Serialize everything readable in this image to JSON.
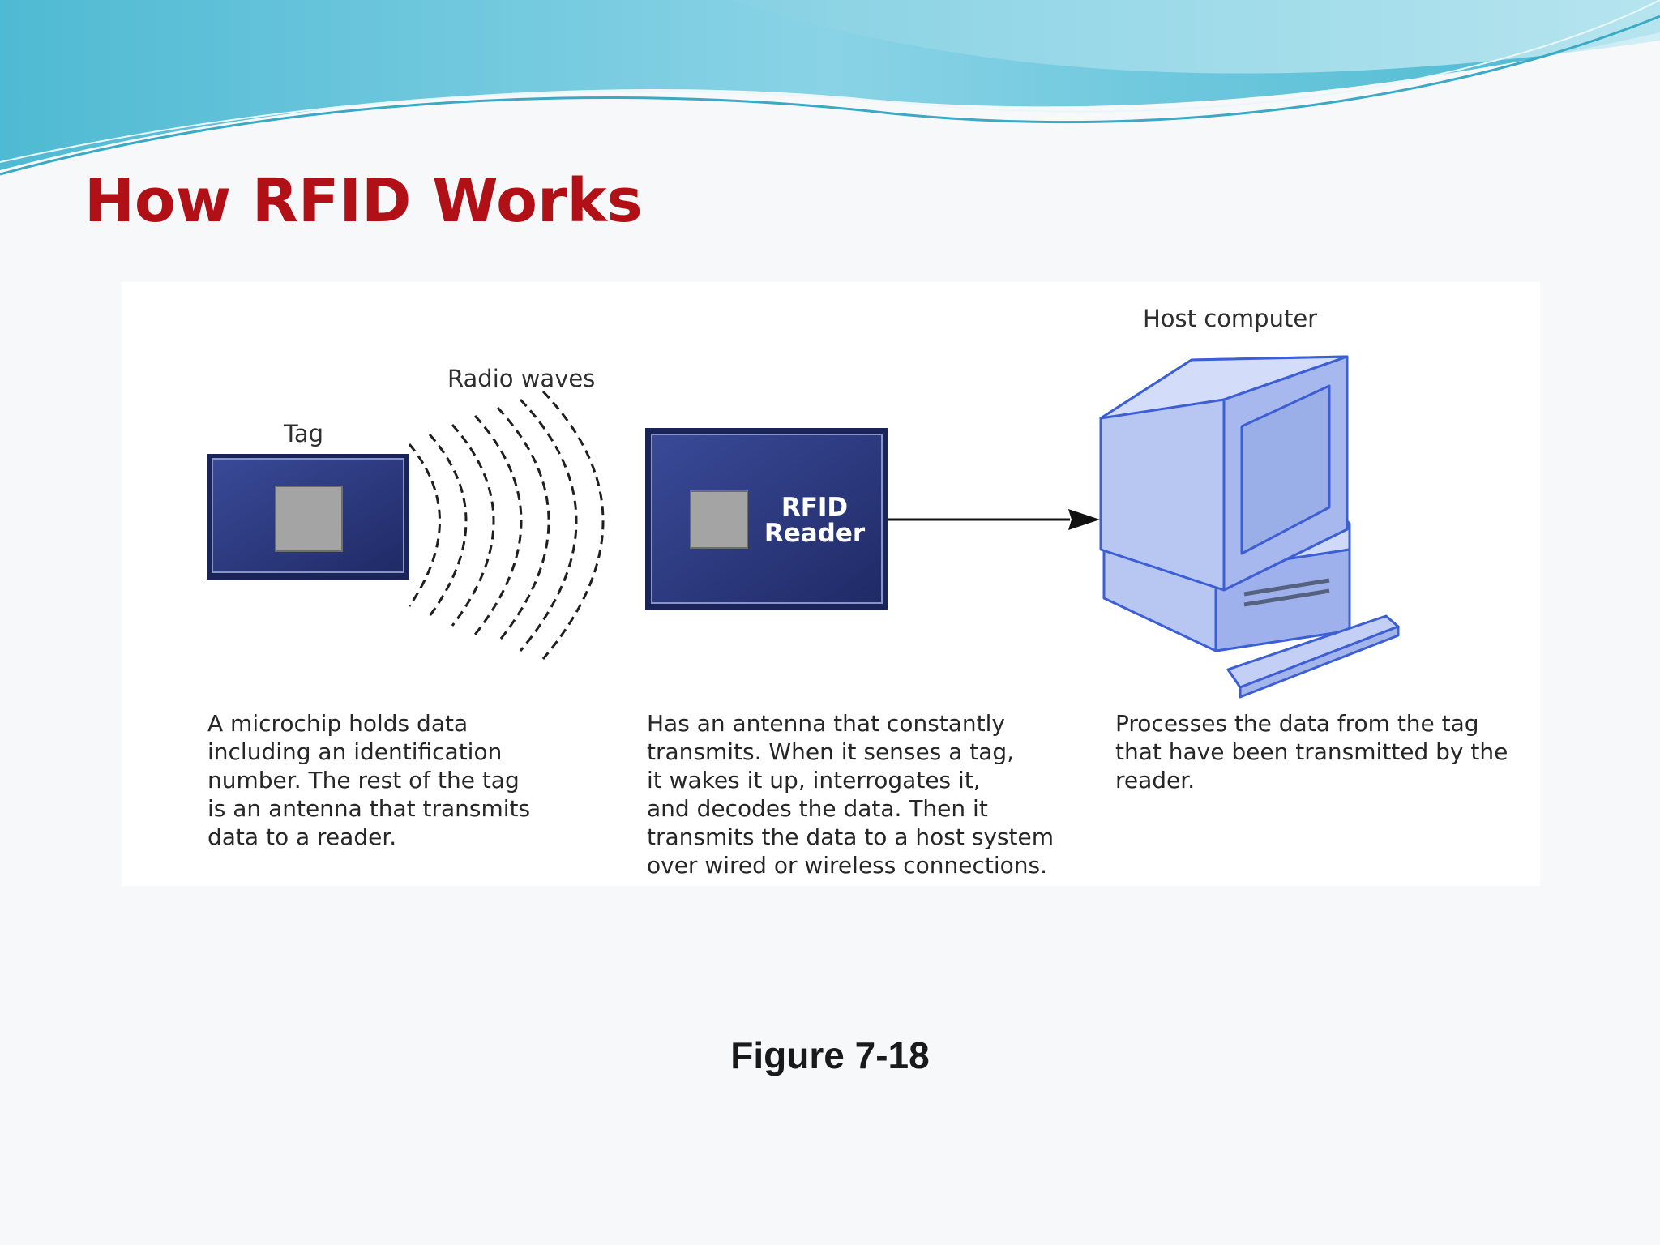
{
  "slide": {
    "title": "How RFID Works",
    "caption": "Figure 7-18"
  },
  "diagram": {
    "tag_label": "Tag",
    "waves_label": "Radio waves",
    "reader_label": "RFID\nReader",
    "host_label": "Host computer",
    "tag_description": "A microchip holds data\nincluding an identification\nnumber. The rest of the tag\nis an antenna that transmits\ndata to a reader.",
    "reader_description": "Has an antenna that constantly\ntransmits. When it senses a tag,\nit wakes it up, interrogates it,\nand decodes the data. Then it\ntransmits the data to a host system\nover wired or wireless connections.",
    "host_description": "Processes the data from the tag\nthat have been transmitted by the\nreader."
  },
  "colors": {
    "title": "#b01016",
    "box_dark": "#283477",
    "computer_blue": "#a9b9ee",
    "banner_teal": "#6fc9dc"
  }
}
